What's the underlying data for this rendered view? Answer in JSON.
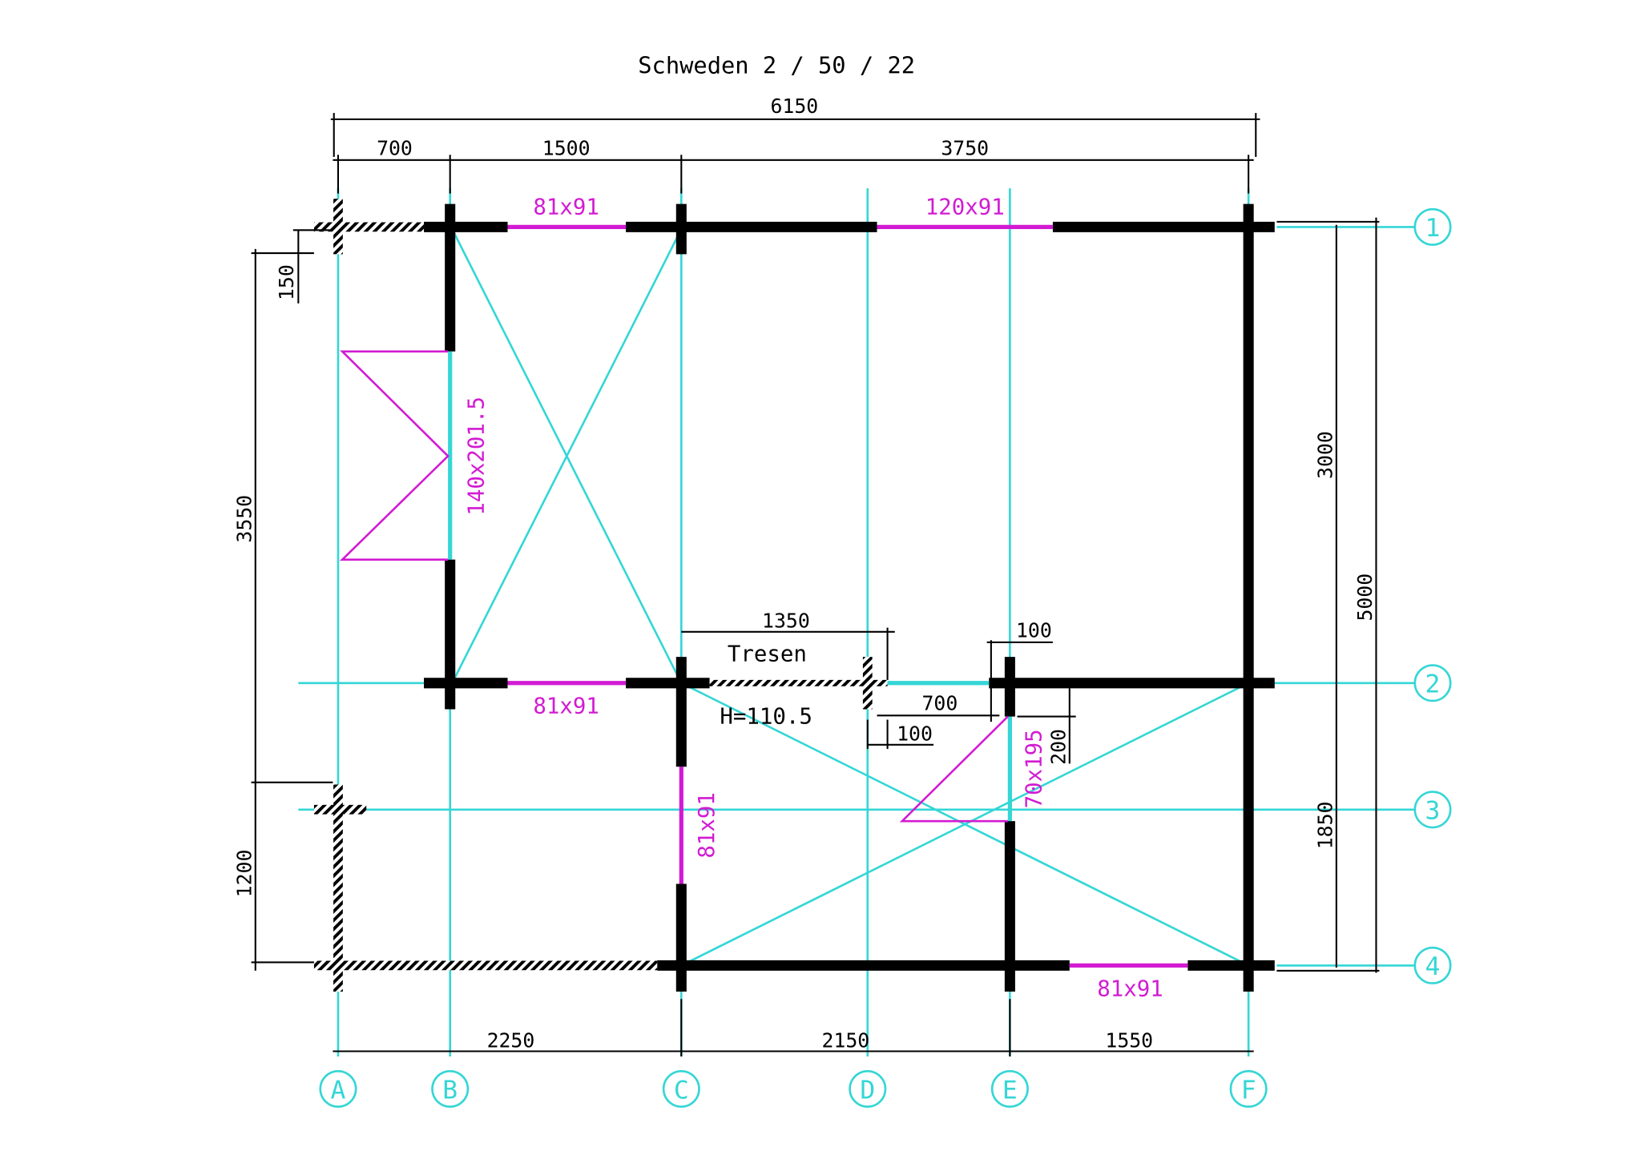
{
  "title": "Schweden 2 / 50 / 22",
  "dimensions": {
    "total_width": "6150",
    "top_a_b": "700",
    "top_b_c": "1500",
    "top_c_f": "3750",
    "bottom_a_c": "2250",
    "bottom_c_e": "2150",
    "bottom_e_f": "1550",
    "left_upper": "3550",
    "left_lower": "1200",
    "left_offset": "150",
    "right_1_2": "3000",
    "right_total": "5000",
    "right_2_4": "1850",
    "tresen_width": "1350",
    "gap_700": "700",
    "gap_100_left": "100",
    "gap_100_right": "100",
    "door_offset": "200"
  },
  "labels": {
    "tresen": "Tresen",
    "tresen_height": "H=110.5"
  },
  "windows": {
    "top_left": "81x91",
    "top_right": "120x91",
    "left_door": "140x201.5",
    "middle": "81x91",
    "inner_c": "81x91",
    "inner_door": "70x195",
    "bottom_right": "81x91"
  },
  "grid_columns": [
    "A",
    "B",
    "C",
    "D",
    "E",
    "F"
  ],
  "grid_rows": [
    "1",
    "2",
    "3",
    "4"
  ],
  "colors": {
    "grid": "#35d6d6",
    "window": "#d21bd2",
    "wall": "#000000"
  }
}
